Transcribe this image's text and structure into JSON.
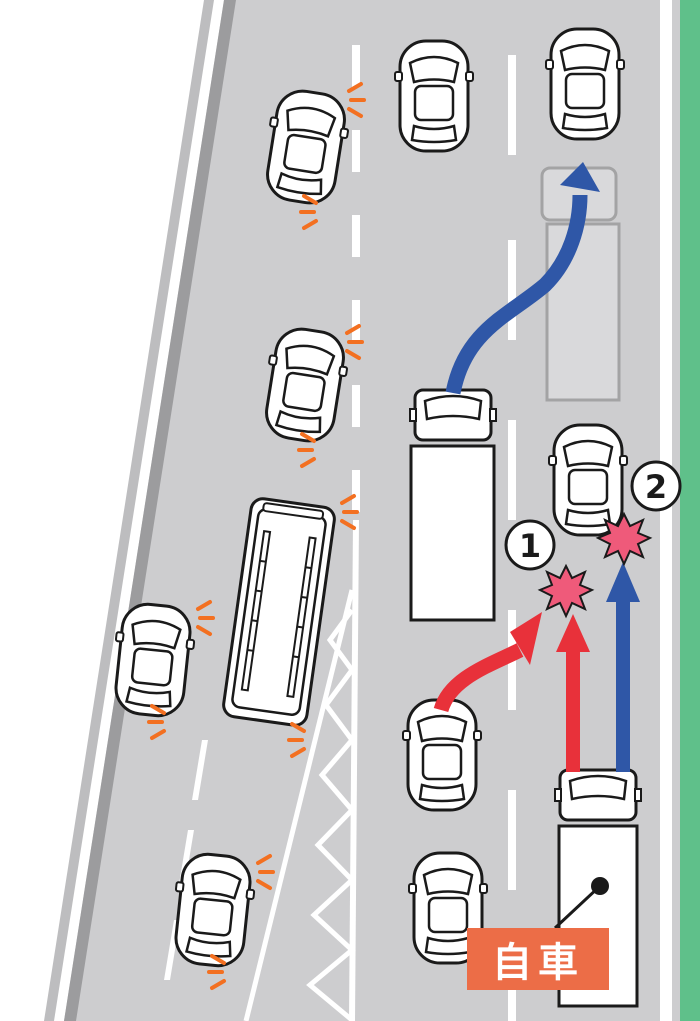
{
  "scene": {
    "self_vehicle_label": "自車",
    "markers": [
      {
        "id": "1",
        "label": "1"
      },
      {
        "id": "2",
        "label": "2"
      }
    ]
  },
  "colors": {
    "road": "#cdcdcf",
    "shoulder_line": "#9c9c9e",
    "green_strip": "#5fc08a",
    "hazard_orange": "#f37021",
    "collision_pink": "#ef5a7a",
    "arrow_red": "#e8313a",
    "arrow_blue": "#2f57a7",
    "label_orange": "#ec6d47"
  }
}
